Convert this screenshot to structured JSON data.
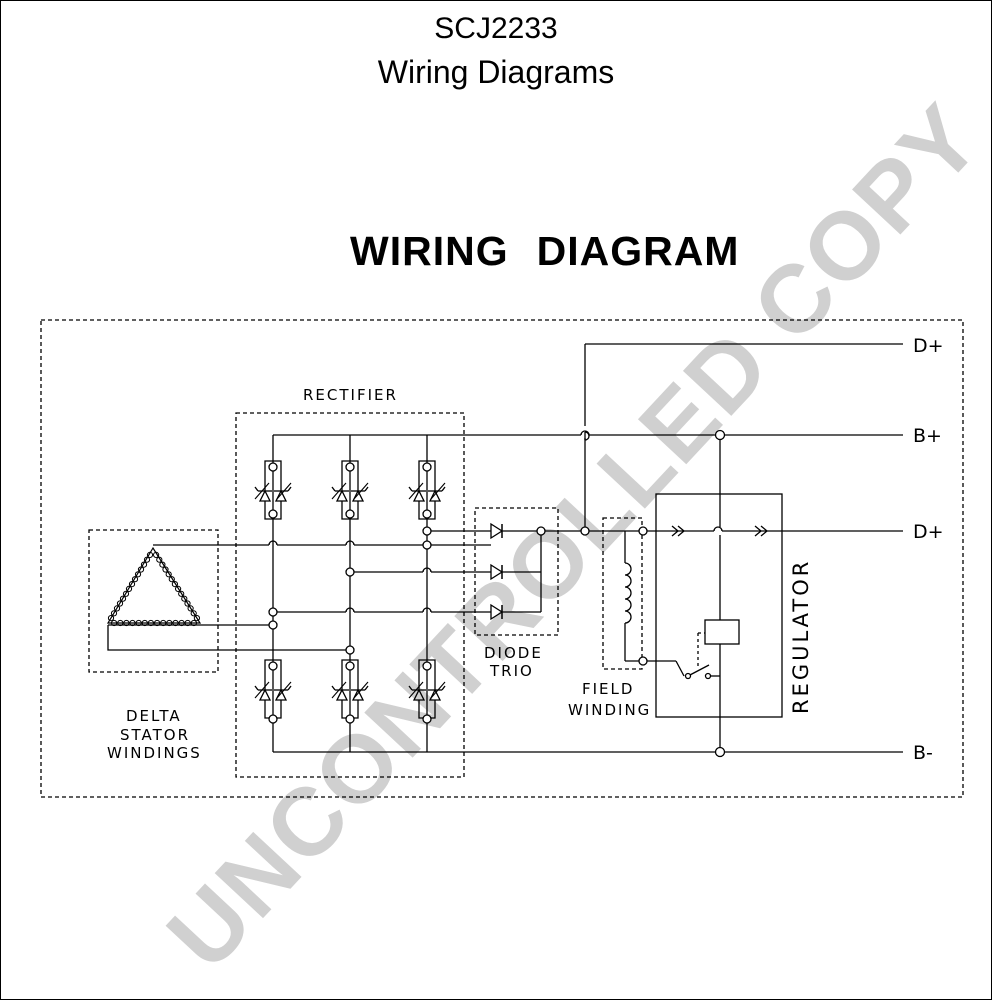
{
  "header": {
    "model": "SCJ2233",
    "subtitle": "Wiring Diagrams"
  },
  "diagram": {
    "title_word1": "WIRING",
    "title_word2": "DIAGRAM",
    "labels": {
      "rectifier": "RECTIFIER",
      "diode_line1": "DIODE",
      "diode_line2": "TRIO",
      "delta_line1": "DELTA",
      "delta_line2": "STATOR",
      "delta_line3": "WINDINGS",
      "field_line1": "FIELD",
      "field_line2": "WINDING",
      "regulator": "REGULATOR"
    },
    "terminals": {
      "d_plus_top": "D+",
      "b_plus": "B+",
      "d_plus": "D+",
      "b_minus": "B-"
    }
  },
  "watermark": "UNCONTROLLED COPY",
  "colors": {
    "line": "#000000",
    "watermark": "#d0d0d0"
  }
}
